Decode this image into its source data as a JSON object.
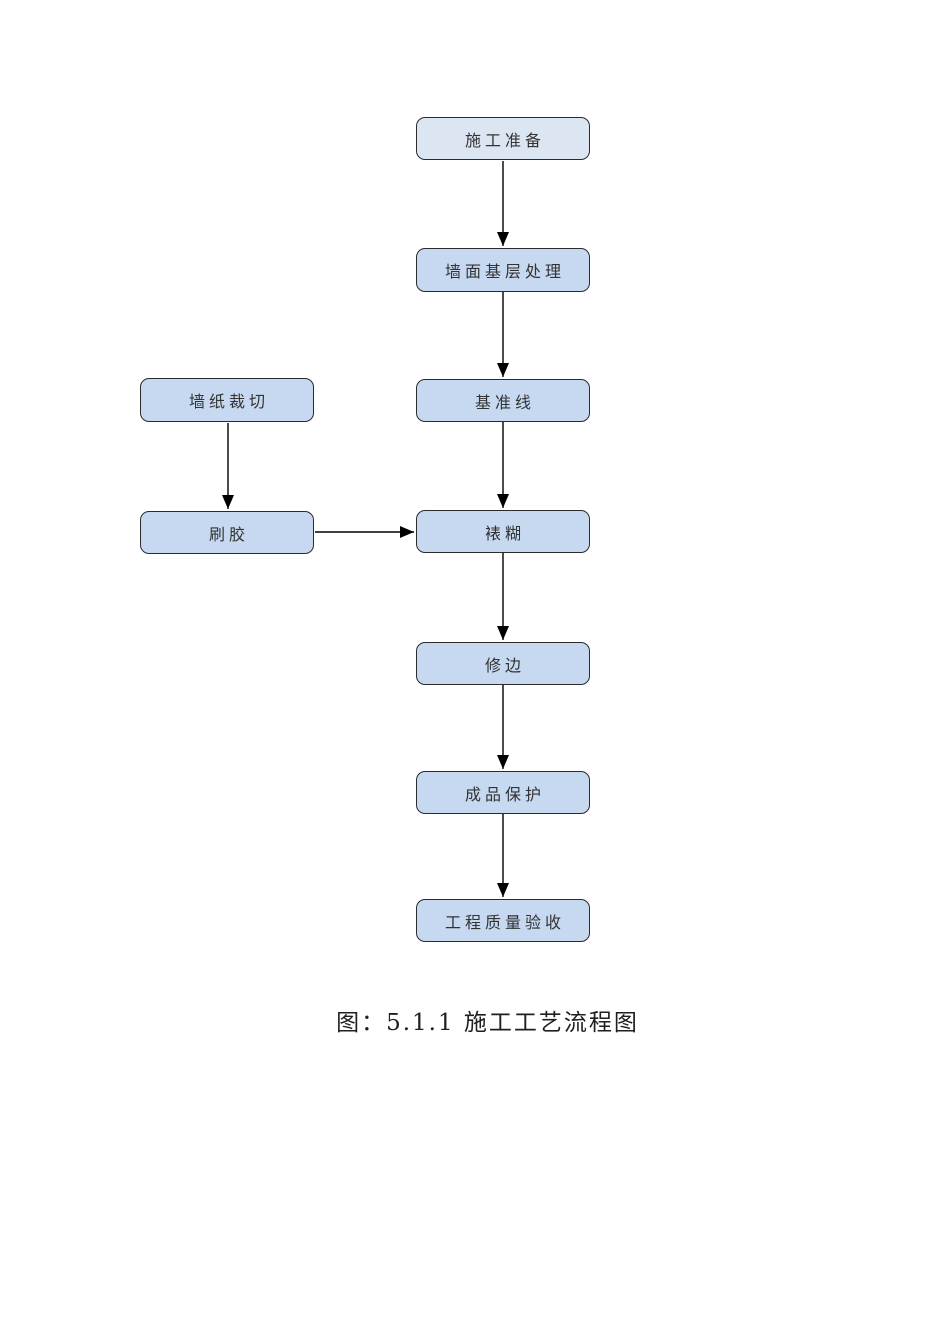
{
  "page": {
    "background": "#ffffff"
  },
  "diagram": {
    "type": "flowchart",
    "caption": "图：5.1.1 施工工艺流程图",
    "colors": {
      "box_fill_start": "#dce6f2",
      "box_fill": "#c6d9f1",
      "box_border": "#2b2b2b",
      "arrow": "#000000",
      "text": "#333333"
    },
    "main_flow": [
      {
        "label": "施工准备"
      },
      {
        "label": "墙面基层处理"
      },
      {
        "label": "基准线"
      },
      {
        "label": "裱糊"
      },
      {
        "label": "修边"
      },
      {
        "label": "成品保护"
      },
      {
        "label": "工程质量验收"
      }
    ],
    "side_flow": [
      {
        "label": "墙纸裁切"
      },
      {
        "label": "刷胶"
      }
    ]
  }
}
